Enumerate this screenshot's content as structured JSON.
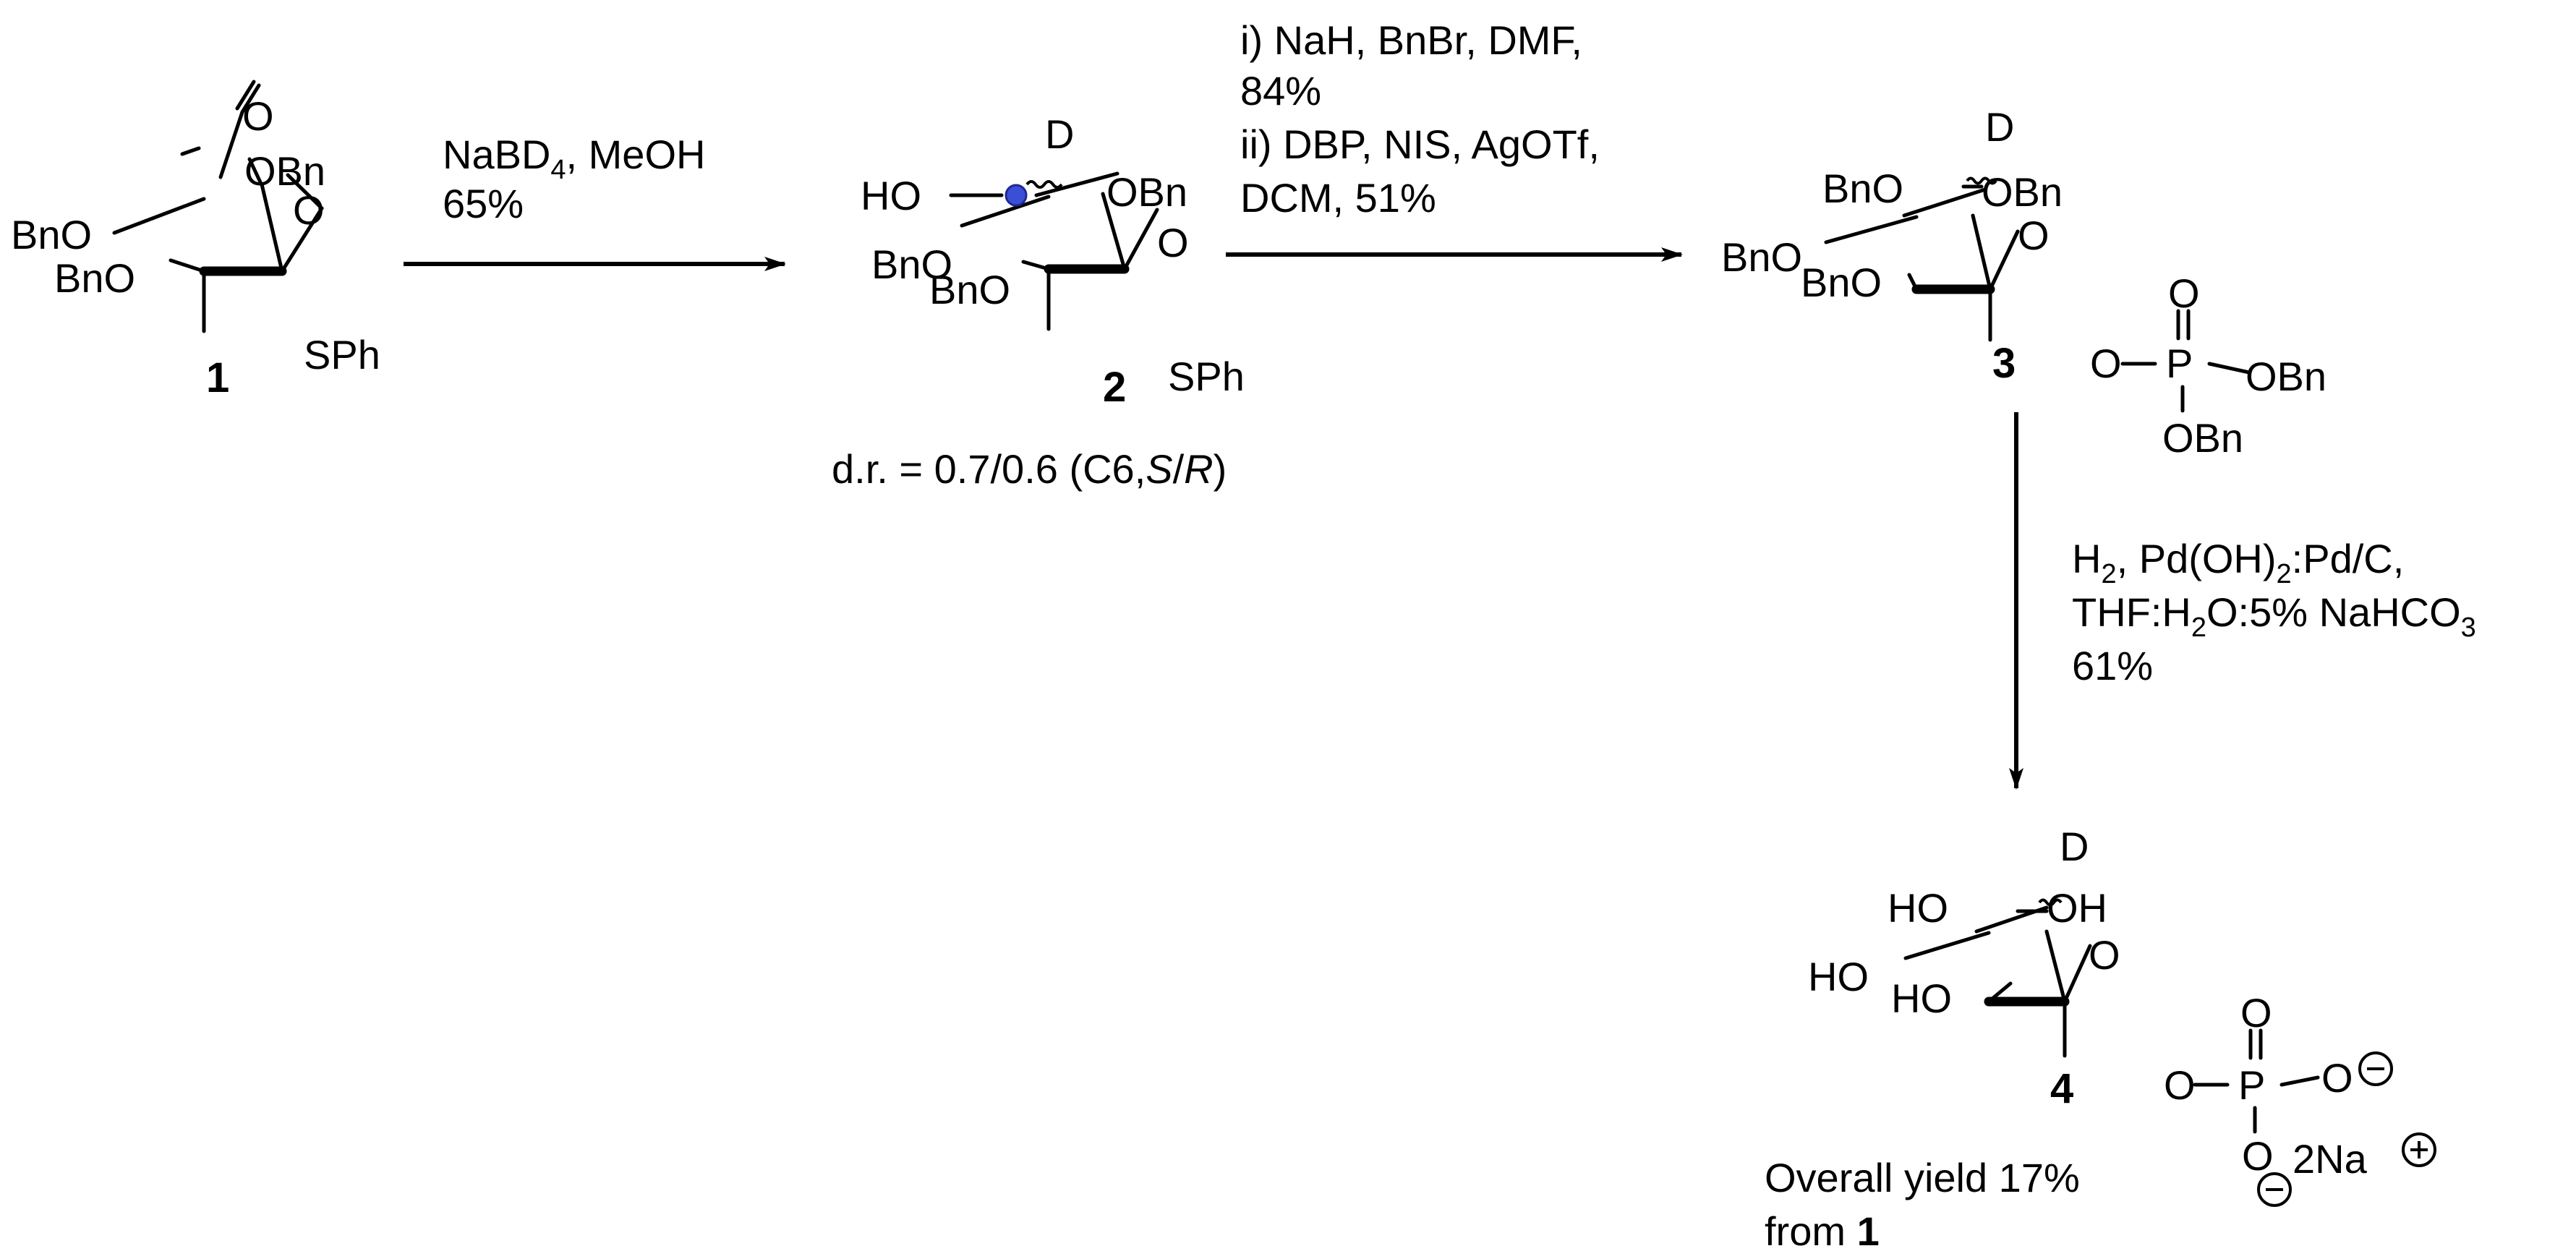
{
  "compounds": [
    {
      "number": "1",
      "labels": {
        "bno4": "BnO",
        "bno3": "BnO",
        "obn2": "OBn",
        "ring_o": "O",
        "aldehyde_o": "O",
        "sph": "SPh"
      }
    },
    {
      "number": "2",
      "labels": {
        "bno4": "BnO",
        "bno3": "BnO",
        "obn2": "OBn",
        "ring_o": "O",
        "ho": "HO",
        "d": "D",
        "sph": "SPh"
      },
      "note": "d.r. = 0.7/0.6 (C6,",
      "note_s": "S",
      "note_slash": "/",
      "note_r": "R",
      "note_end": ")",
      "highlight_color": "#3b4fd6"
    },
    {
      "number": "3",
      "labels": {
        "bno6": "BnO",
        "bno4": "BnO",
        "bno3": "BnO",
        "obn2": "OBn",
        "ring_o": "O",
        "d": "D",
        "o1": "O",
        "p": "P",
        "p_o": "O",
        "obn_a": "OBn",
        "obn_b": "OBn"
      }
    },
    {
      "number": "4",
      "labels": {
        "ho6": "HO",
        "ho4": "HO",
        "ho3": "HO",
        "oh2": "OH",
        "ring_o": "O",
        "d": "D",
        "o1": "O",
        "p": "P",
        "p_o": "O",
        "o_minus_a": "O",
        "o_minus_b": "O",
        "counterion": "2Na"
      },
      "note_line1": "Overall yield 17%",
      "note_line2_prefix": "from ",
      "note_line2_ref": "1"
    }
  ],
  "steps": [
    {
      "lines": [
        {
          "main": "NaBD",
          "sub": "4",
          "rest": ", MeOH"
        },
        {
          "main": "65%"
        }
      ]
    },
    {
      "lines": [
        {
          "main": "i) NaH, BnBr, DMF,"
        },
        {
          "main": "84%"
        },
        {
          "main": "ii) DBP, NIS, AgOTf,"
        },
        {
          "main": "DCM, 51%"
        }
      ]
    },
    {
      "lines": [
        {
          "main": "H",
          "sub": "2",
          "rest": ", Pd(OH)",
          "sub2": "2",
          "rest2": ":Pd/C,"
        },
        {
          "main": "THF:H",
          "sub": "2",
          "rest": "O:5% NaHCO",
          "sub2": "3"
        },
        {
          "main": "61%"
        }
      ]
    }
  ]
}
